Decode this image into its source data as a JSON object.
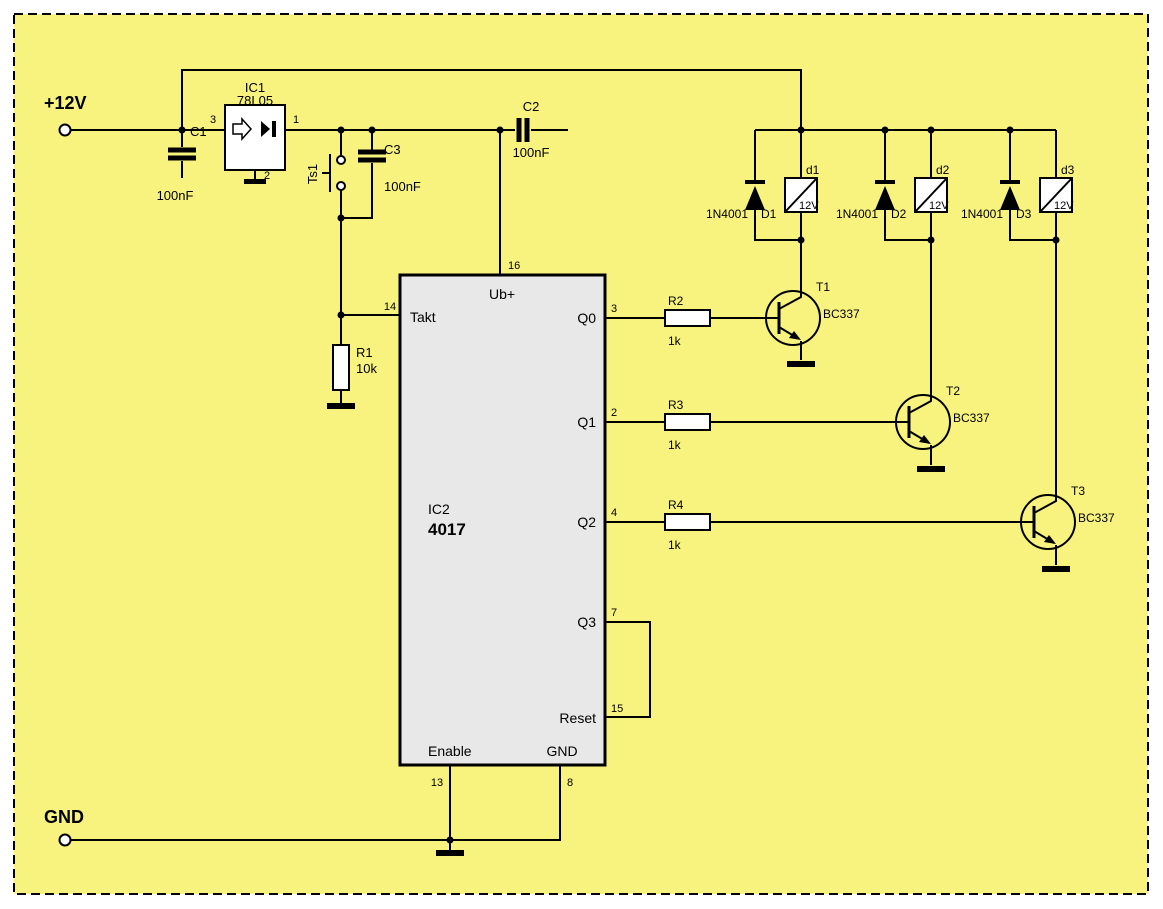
{
  "colors": {
    "sheet_background": "#F8F37E",
    "border": "#000000",
    "ic2_fill": "#E8E8E8",
    "component_fill": "#FFFFFF"
  },
  "terminals": {
    "vcc": "+12V",
    "gnd": "GND"
  },
  "components": {
    "ic1": {
      "ref": "IC1",
      "part": "78L05",
      "pin_in": "3",
      "pin_out": "1",
      "pin_gnd": "2"
    },
    "c1": {
      "ref": "C1",
      "value": "100nF"
    },
    "c2": {
      "ref": "C2",
      "value": "100nF"
    },
    "c3": {
      "ref": "C3",
      "value": "100nF"
    },
    "ts1": {
      "ref": "Ts1"
    },
    "r1": {
      "ref": "R1",
      "value": "10k"
    },
    "r2": {
      "ref": "R2",
      "value": "1k"
    },
    "r3": {
      "ref": "R3",
      "value": "1k"
    },
    "r4": {
      "ref": "R4",
      "value": "1k"
    },
    "t1": {
      "ref": "T1",
      "part": "BC337"
    },
    "t2": {
      "ref": "T2",
      "part": "BC337"
    },
    "t3": {
      "ref": "T3",
      "part": "BC337"
    },
    "d1": {
      "ref": "D1",
      "part": "1N4001"
    },
    "d2": {
      "ref": "D2",
      "part": "1N4001"
    },
    "d3": {
      "ref": "D3",
      "part": "1N4001"
    },
    "k1": {
      "ref": "d1",
      "value": "12V"
    },
    "k2": {
      "ref": "d2",
      "value": "12V"
    },
    "k3": {
      "ref": "d3",
      "value": "12V"
    },
    "ic2": {
      "ref": "IC2",
      "part": "4017",
      "pins": {
        "ub": {
          "label": "Ub+",
          "num": "16"
        },
        "takt": {
          "label": "Takt",
          "num": "14"
        },
        "q0": {
          "label": "Q0",
          "num": "3"
        },
        "q1": {
          "label": "Q1",
          "num": "2"
        },
        "q2": {
          "label": "Q2",
          "num": "4"
        },
        "q3": {
          "label": "Q3",
          "num": "7"
        },
        "reset": {
          "label": "Reset",
          "num": "15"
        },
        "enable": {
          "label": "Enable",
          "num": "13"
        },
        "gnd": {
          "label": "GND",
          "num": "8"
        }
      }
    }
  }
}
